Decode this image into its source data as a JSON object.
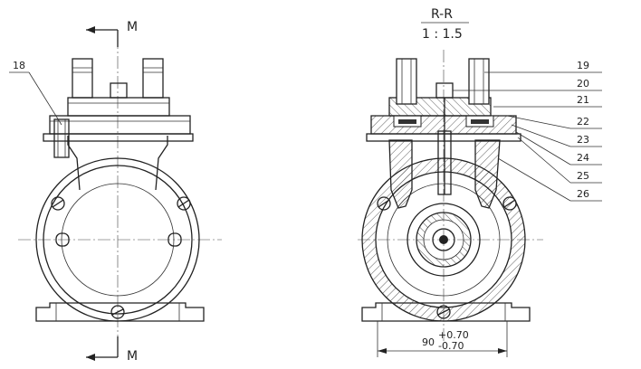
{
  "section": {
    "name": "R-R",
    "scale": "1 : 1.5"
  },
  "view_marker": "M",
  "part_labels": [
    "18",
    "19",
    "20",
    "21",
    "22",
    "23",
    "24",
    "25",
    "26"
  ],
  "dimension": {
    "nominal": "90",
    "upper_tol": "+0.70",
    "lower_tol": "-0.70"
  }
}
